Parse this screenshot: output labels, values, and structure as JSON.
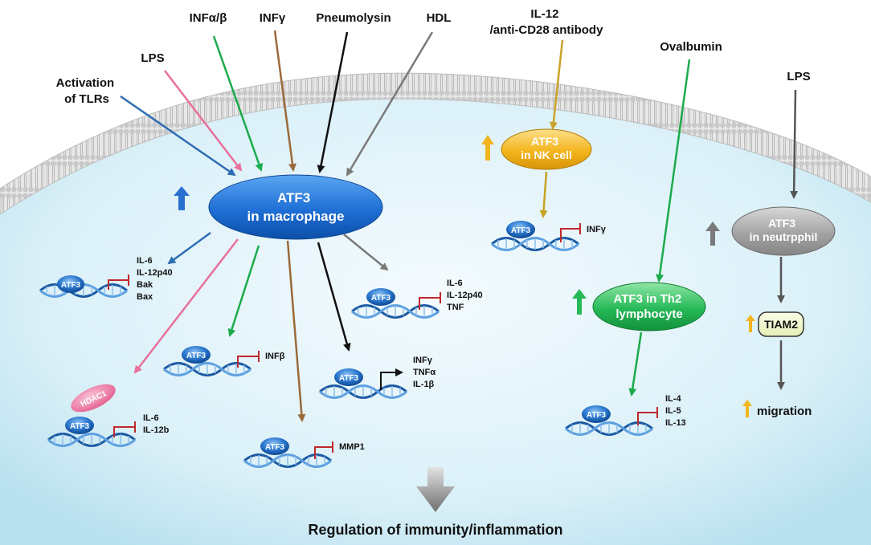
{
  "inputs": {
    "activation_tlrs": [
      "Activation",
      "of TLRs"
    ],
    "lps_left": "LPS",
    "ifn_ab": "INFα/β",
    "ifn_g": "INFγ",
    "pneumolysin": "Pneumolysin",
    "hdl": "HDL",
    "il12": [
      "IL-12",
      "/anti-CD28 antibody"
    ],
    "ovalbumin": "Ovalbumin",
    "lps_right": "LPS"
  },
  "nodes": {
    "macrophage": [
      "ATF3",
      "in macrophage"
    ],
    "nk": [
      "ATF3",
      "in NK cell"
    ],
    "th2": [
      "ATF3 in Th2",
      "lymphocyte"
    ],
    "neutrophil": [
      "ATF3",
      "in neutrpphil"
    ],
    "tiam2": "TIAM2",
    "migration": "migration"
  },
  "atf3_label": "ATF3",
  "hdac1_label": "HDAC1",
  "targets": {
    "blue": [
      "IL-6",
      "IL-12p40",
      "Bak",
      "Bax"
    ],
    "pink": [
      "IL-6",
      "IL-12b"
    ],
    "green": [
      "INFβ"
    ],
    "brown": [
      "MMP1"
    ],
    "black": [
      "INFγ",
      "TNFα",
      "IL-1β"
    ],
    "gray": [
      "IL-6",
      "IL-12p40",
      "TNF"
    ],
    "nk": [
      "INFγ"
    ],
    "th2": [
      "IL-4",
      "IL-5",
      "IL-13"
    ]
  },
  "footer": "Regulation of immunity/inflammation",
  "colors": {
    "blue": "#2e6db4",
    "pink": "#e8709a",
    "green": "#1bab4c",
    "brown": "#9a6a3a",
    "black": "#111111",
    "gray": "#7a7a7a",
    "gold": "#c9a227",
    "repress": "#c0282d"
  }
}
